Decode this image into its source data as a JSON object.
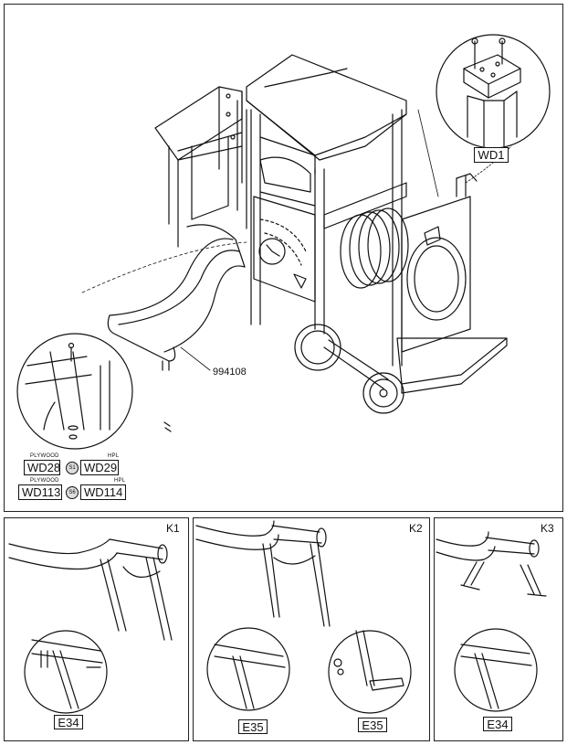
{
  "main": {
    "callout_top_right": "WD1",
    "part_number": "994108",
    "materials": [
      {
        "left_top": "PLYWOOD",
        "left_code": "WD28",
        "symbol": "S1",
        "right_top": "HPL",
        "right_code": "WD29"
      },
      {
        "left_top": "PLYWOOD",
        "left_code": "WD113",
        "symbol": "S6",
        "right_top": "HPL",
        "right_code": "WD114"
      }
    ]
  },
  "panels": [
    {
      "title": "K1",
      "codes": [
        "E34"
      ]
    },
    {
      "title": "K2",
      "codes": [
        "E35",
        "E35"
      ]
    },
    {
      "title": "K3",
      "codes": [
        "E34"
      ]
    }
  ]
}
